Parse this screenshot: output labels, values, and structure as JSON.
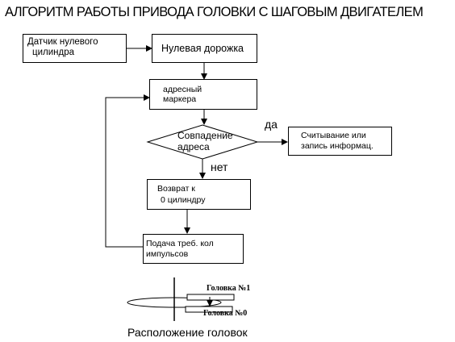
{
  "title": "АЛГОРИТМ РАБОТЫ ПРИВОДА ГОЛОВКИ С ШАГОВЫМ ДВИГАТЕЛЕМ",
  "nodes": {
    "sensor": {
      "line1": "Датчик нулевого",
      "line2": "цилиндра"
    },
    "zero_track": {
      "label": "Нулевая дорожка"
    },
    "marker": {
      "line1": "адресный",
      "line2": "маркера"
    },
    "decision": {
      "line1": "Совпадение",
      "line2": "адреса"
    },
    "read_write": {
      "line1": "Считывание или",
      "line2": "запись  информац."
    },
    "return_zero": {
      "line1": "Возврат к",
      "line2": "0 цилиндру"
    },
    "pulses": {
      "line1": "Подача треб. кол",
      "line2": "импульсов"
    }
  },
  "edge_labels": {
    "yes": "да",
    "no": "нет"
  },
  "heads": {
    "head1": "Головка №1",
    "head0": "Головка №0"
  },
  "caption": "Расположение  головок"
}
